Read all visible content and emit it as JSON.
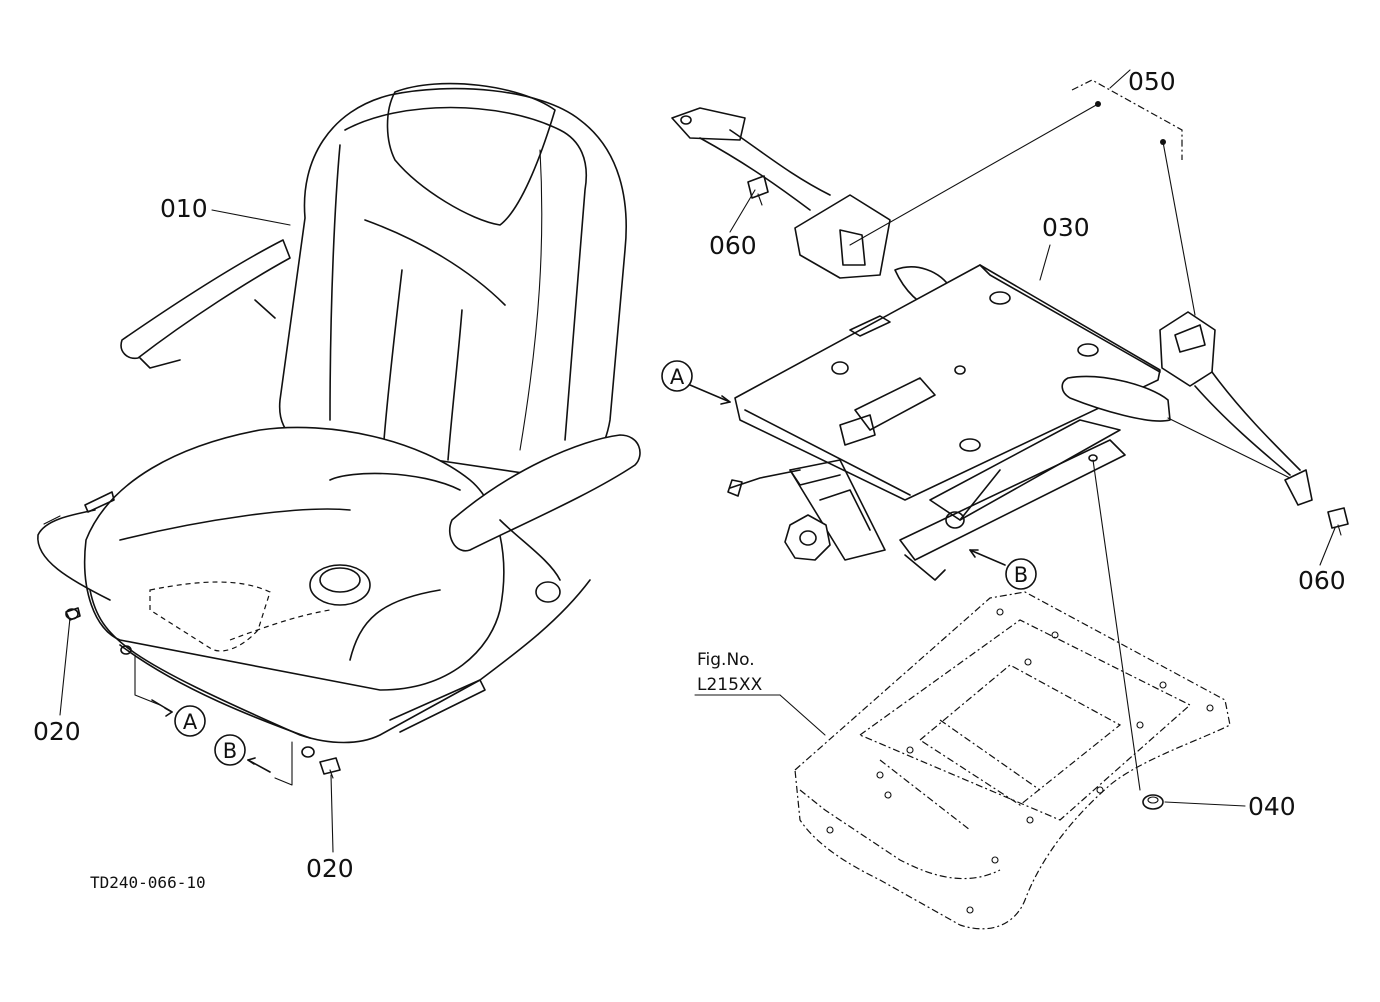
{
  "parts": {
    "p010": "010",
    "p020_left": "020",
    "p020_bottom": "020",
    "p030": "030",
    "p040": "040",
    "p050": "050",
    "p060_left": "060",
    "p060_right": "060"
  },
  "markers": {
    "a_seat": "A",
    "b_seat": "B",
    "a_frame": "A",
    "b_frame": "B"
  },
  "figure_ref": {
    "line1": "Fig.No.",
    "line2": "L215XX"
  },
  "drawing_code": "TD240-066-10"
}
